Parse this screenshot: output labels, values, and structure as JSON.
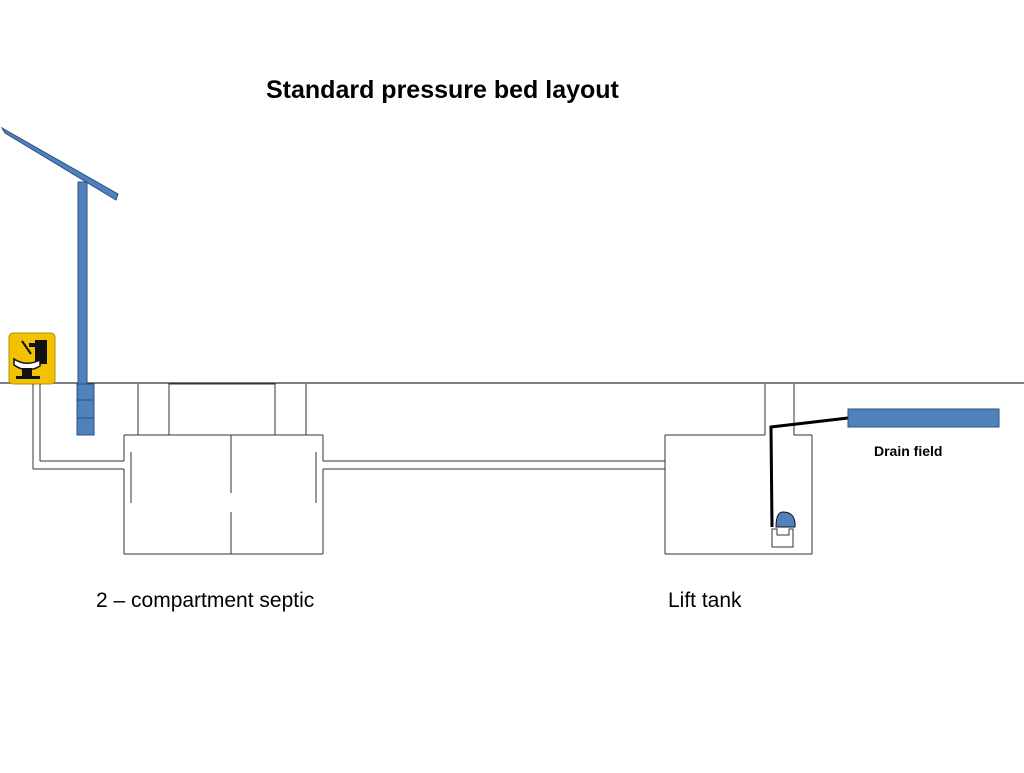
{
  "title": "Standard pressure bed layout",
  "labels": {
    "septic": "2 – compartment septic",
    "lift_tank": "Lift tank",
    "drain_field": "Drain field"
  },
  "icons": {
    "toilet": "toilet-icon",
    "solar_panel": "vent-panel-icon"
  },
  "colors": {
    "pipe_blue": "#4f81bd",
    "pipe_outline": "#2f4f7f",
    "toilet_badge": "#f2c200",
    "line": "#333333"
  }
}
